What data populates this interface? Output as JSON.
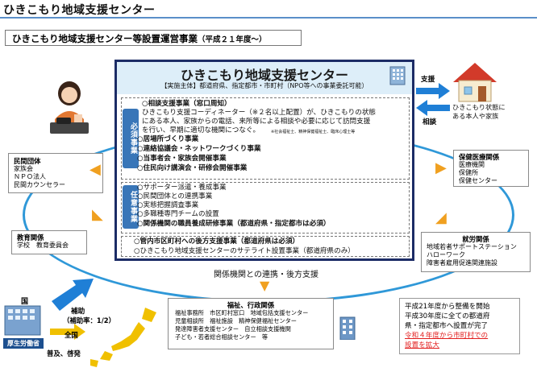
{
  "page_title": "ひきこもり地域支援センター",
  "subtitle": "ひきこもり地域支援センター等設置運営事業",
  "subtitle_year": "（平成２１年度～）",
  "center": {
    "title": "ひきこもり地域支援センター",
    "implementer": "【実施主体】都道府県、指定都市・市町村（NPO等への事業委託可能）",
    "tag_required": "必須事業",
    "tag_optional": "任意事業",
    "required_lines": [
      "○相談支援事業（窓口周知）",
      "ひきこもり支援コーディネーター（※２名以上配置）が、ひきこもりの状態",
      "にある本人、家族からの電話、来所等による相談や必要に応じて訪問支援",
      "を行い、早期に適切な機関につなぐ。",
      "○居場所づくり事業",
      "○連絡協議会・ネットワークづくり事業",
      "○当事者会・家族会開催事業",
      "○住民向け講演会・研修会開催事業"
    ],
    "required_note": "※社会福祉士、精神保健福祉士、臨床心理士等",
    "optional_lines": [
      "○サポーター派遣・養成事業",
      "○民間団体との連携事業",
      "○実態把握調査事業",
      "○多職種専門チームの設置",
      "○関係機関の職員養成研修事業（都道府県・指定都市は必須）"
    ],
    "backup_lines": [
      "○管内市区町村への後方支援事業（都道府県は必須）",
      "○ひきこもり地域支援センターのサテライト設置事業（都道府県のみ）"
    ]
  },
  "right_top": {
    "support_label": "支援",
    "consult_label": "相談",
    "house_caption": [
      "ひきこもり状態に",
      "ある本人や家族"
    ]
  },
  "left_panels": [
    {
      "head": "民間団体",
      "lines": [
        "家族会",
        "ＮＰＯ法人",
        "民間カウンセラー"
      ]
    },
    {
      "head": "教育関係",
      "lines": [
        "学校　教育委員会"
      ]
    }
  ],
  "right_panels": [
    {
      "head": "保健医療関係",
      "lines": [
        "医療機関",
        "保健所",
        "保健センター"
      ]
    },
    {
      "head": "就労関係",
      "lines": [
        "地域若者サポートステーション",
        "ハローワーク",
        "障害者雇用促進関連施設"
      ]
    }
  ],
  "welfare_panel": {
    "head": "福祉、行政関係",
    "lines": [
      "福祉事務所　市区町村窓口　地域包括支援センター",
      "児童相談所　福祉施設　精神保健福祉センター",
      "発達障害者支援センター　自立相談支援機関",
      "子ども・若者総合相談センター　等"
    ]
  },
  "cooperation_caption": "関係機関との連携・後方支援",
  "national": {
    "country_label": "国",
    "ministry_label": "厚生労働省",
    "subsidy_label": "補助",
    "subsidy_rate": "（補助率：1/2）",
    "nationwide_label": "全国",
    "promotion_label": "普及、啓発"
  },
  "note": {
    "lines": [
      "平成21年度から整備を開始",
      "平成30年度に全ての都道府",
      "県・指定都市へ設置が完了"
    ],
    "red_lines": [
      "令和４年度から市町村での",
      "設置を拡大"
    ]
  },
  "colors": {
    "ellipse": "#2f98d8",
    "center_border": "#1c2c66",
    "tag": "#3976b8",
    "arrow_orange": "#f0a020",
    "arrow_blue": "#1f7fd6",
    "note_red": "#e21e1e"
  }
}
